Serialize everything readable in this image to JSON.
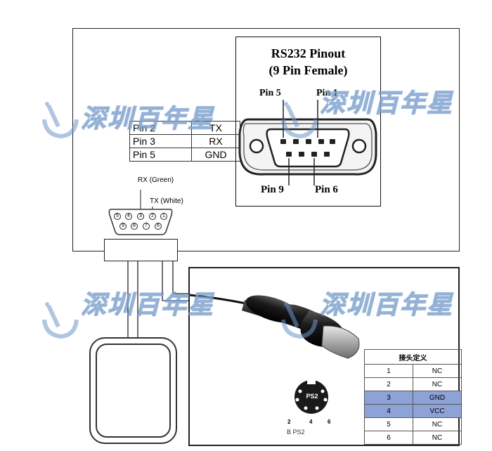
{
  "rs232": {
    "title": "RS232 Pinout",
    "subtitle": "(9 Pin Female)",
    "pin5": "Pin 5",
    "pin1": "Pin 1",
    "pin9": "Pin 9",
    "pin6": "Pin 6"
  },
  "pin_table": [
    {
      "pin": "Pin 2",
      "signal": "TX"
    },
    {
      "pin": "Pin 3",
      "signal": "RX"
    },
    {
      "pin": "Pin 5",
      "signal": "GND"
    }
  ],
  "connector_labels": {
    "rx": "RX (Green)",
    "tx": "TX (White)",
    "top_row": [
      "5",
      "4",
      "3",
      "2",
      "1"
    ],
    "bottom_row": [
      "9",
      "8",
      "7",
      "6"
    ]
  },
  "ps2": {
    "socket_label": "PS2",
    "pin_numbers": [
      "2",
      "4",
      "6"
    ],
    "caption": "B PS2",
    "table_header": "接头定义",
    "rows": [
      {
        "num": "1",
        "def": "NC",
        "highlight": false
      },
      {
        "num": "2",
        "def": "NC",
        "highlight": false
      },
      {
        "num": "3",
        "def": "GND",
        "highlight": true
      },
      {
        "num": "4",
        "def": "VCC",
        "highlight": true
      },
      {
        "num": "5",
        "def": "NC",
        "highlight": false
      },
      {
        "num": "6",
        "def": "NC",
        "highlight": false
      }
    ]
  },
  "watermark": {
    "text": "深圳百年星"
  },
  "colors": {
    "highlight": "#8da2d6",
    "watermark": "#a0b9d7"
  }
}
